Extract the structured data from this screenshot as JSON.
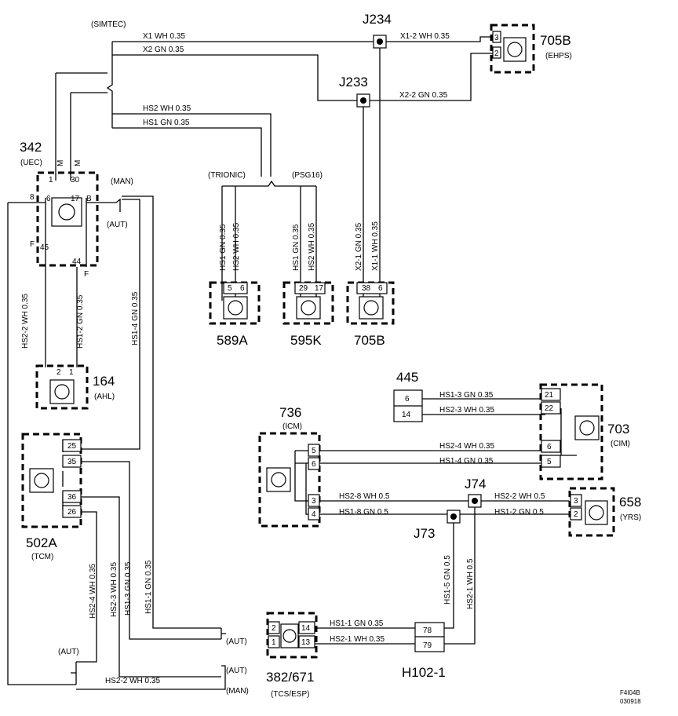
{
  "components": {
    "c342": {
      "id": "342",
      "sub": "(UEC)",
      "pins": [
        "1",
        "30",
        "6",
        "17",
        "8",
        "B",
        "F",
        "45",
        "44",
        "F",
        "M",
        "M"
      ]
    },
    "c164": {
      "id": "164",
      "sub": "(AHL)",
      "pins": [
        "2",
        "1"
      ]
    },
    "c502a": {
      "id": "502A",
      "sub": "(TCM)",
      "pins": [
        "25",
        "35",
        "36",
        "26"
      ]
    },
    "c589a": {
      "id": "589A",
      "pins": [
        "5",
        "6"
      ]
    },
    "c595k": {
      "id": "595K",
      "pins": [
        "29",
        "17"
      ]
    },
    "c705b_bottom": {
      "id": "705B",
      "pins": [
        "38",
        "6"
      ]
    },
    "c705b_top": {
      "id": "705B",
      "sub": "(EHPS)",
      "pins": [
        "3",
        "2"
      ]
    },
    "c445": {
      "id": "445",
      "pins": [
        "6",
        "14"
      ]
    },
    "c703": {
      "id": "703",
      "sub": "(CIM)",
      "pins": [
        "21",
        "22",
        "6",
        "5"
      ]
    },
    "c736": {
      "id": "736",
      "sub": "(ICM)",
      "pins": [
        "5",
        "6",
        "3",
        "4"
      ]
    },
    "c658": {
      "id": "658",
      "sub": "(YRS)",
      "pins": [
        "3",
        "2"
      ]
    },
    "c382": {
      "id": "382/671",
      "sub": "(TCS/ESP)",
      "pins": [
        "2",
        "14",
        "1",
        "13"
      ]
    },
    "h102": {
      "id": "H102-1",
      "pins": [
        "78",
        "79"
      ]
    }
  },
  "junctions": {
    "j234": "J234",
    "j233": "J233",
    "j74": "J74",
    "j73": "J73"
  },
  "option_labels": {
    "simtec": "(SIMTEC)",
    "trionic": "(TRIONIC)",
    "psg16": "(PSG16)",
    "man_top": "(MAN)",
    "aut_top": "(AUT)",
    "aut_mid": "(AUT)",
    "aut_bl": "(AUT)",
    "aut_b": "(AUT)",
    "man_b": "(MAN)"
  },
  "wires": {
    "x1": "X1  WH  0.35",
    "x2": "X2  GN  0.35",
    "x1_2": "X1-2  WH  0.35",
    "x2_2": "X2-2  GN  0.35",
    "hs2_top": "HS2  WH  0.35",
    "hs1_top": "HS1  GN  0.35",
    "v589_gn": "HS1 GN  0.35",
    "v589_wh": "HS2  WH  0.35",
    "v595_gn": "HS1 GN  0.35",
    "v595_wh": "HS2 WH  0.35",
    "v705_gn": "X2-1 GN  0.35",
    "v705_wh": "X1-1 WH  0.35",
    "hs2_2_left": "HS2-2  WH  0.35",
    "hs1_2_left": "HS1-2  GN  0.35",
    "hs1_4_v": "HS1-4  GN  0.35",
    "hs1_3_h": "HS1-3  GN  0.35",
    "hs2_3_h": "HS2-3  WH  0.35",
    "hs2_4_h": "HS2-4  WH  0.35",
    "hs1_4_h": "HS1-4  GN  0.35",
    "hs2_8": "HS2-8  WH  0.5",
    "hs1_8": "HS1-8  GN  0.5",
    "hs2_2_right": "HS2-2  WH  0.5",
    "hs1_2_right": "HS1-2  GN  0.5",
    "hs1_5": "HS1-5  GN  0.5",
    "hs2_1_v": "HS2-1  WH  0.5",
    "hs2_4_v": "HS2-4  WH  0.35",
    "hs2_3_v": "HS2-3  WH  0.35",
    "hs1_3_v": "HS1-3  GN  0.35",
    "hs1_1_v": "HS1-1  GN  0.35",
    "hs1_1_h": "HS1-1  GN  0.35",
    "hs2_1_h": "HS2-1  WH  0.35",
    "hs2_2_bottom": "HS2-2  WH  0.35"
  },
  "footer": {
    "code": "F4I04B",
    "date": "030918"
  }
}
